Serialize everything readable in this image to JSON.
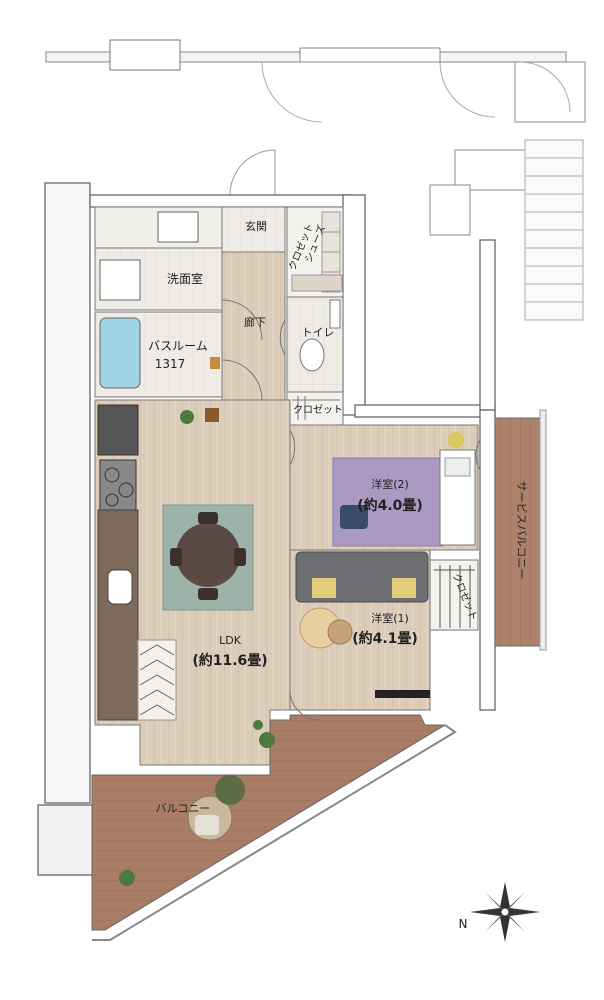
{
  "rooms": {
    "entrance": "玄関",
    "shoe_closet_line1": "シューズ",
    "shoe_closet_line2": "クロゼット",
    "washroom": "洗面室",
    "hallway": "廊下",
    "toilet": "トイレ",
    "bathroom_line1": "バスルーム",
    "bathroom_line2": "1317",
    "closet_hall": "クロゼット",
    "bedroom2_name": "洋室(2)",
    "bedroom2_size": "(約4.0畳)",
    "bedroom1_name": "洋室(1)",
    "bedroom1_size": "(約4.1畳)",
    "closet_bedroom": "クロゼット",
    "ldk_name": "LDK",
    "ldk_size": "(約11.6畳)",
    "balcony": "バルコニー",
    "service_balcony": "サービスバルコニー"
  },
  "compass": {
    "north_label": "N"
  },
  "colors": {
    "wall": "#5a5a5a",
    "wood_floor": "#d9c9b6",
    "tile_floor": "#ece9e4",
    "balcony_deck": "#a77a62",
    "bedroom_rug": "#a99bc4",
    "ldk_rug": "#9ab0a6"
  }
}
